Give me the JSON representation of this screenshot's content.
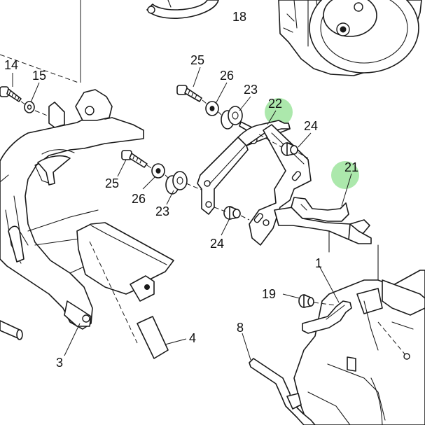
{
  "colors": {
    "line": "#1a1a1a",
    "background": "#ffffff",
    "highlight": "#90e090"
  },
  "callouts": {
    "c1": "1",
    "c3": "3",
    "c4": "4",
    "c8": "8",
    "c14": "14",
    "c15": "15",
    "c18": "18",
    "c19": "19",
    "c21": "21",
    "c22": "22",
    "c23a": "23",
    "c23b": "23",
    "c24a": "24",
    "c24b": "24",
    "c25a": "25",
    "c25b": "25",
    "c26a": "26",
    "c26b": "26"
  },
  "highlighted_parts": [
    "21",
    "22"
  ]
}
